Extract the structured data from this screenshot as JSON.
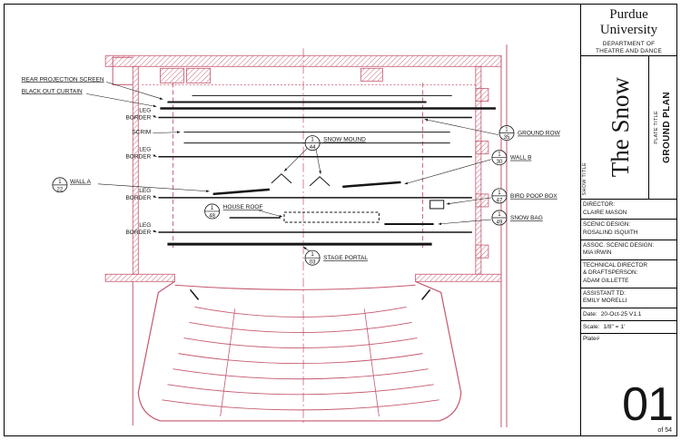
{
  "colors": {
    "paper": "#ffffff",
    "frame": "#000000",
    "ink": "#151515",
    "arch": "#c4596f"
  },
  "title_block": {
    "org": "Purdue University",
    "dept_line1": "DEPARTMENT OF",
    "dept_line2": "THEATRE AND DANCE",
    "show_title_label": "SHOW TITLE",
    "show_title": "The Snow",
    "plate_title_label": "PLATE TITLE",
    "plate_title": "GROUND PLAN",
    "credits": [
      {
        "line1": "DIRECTOR:",
        "line2": "CLAIRE MASON"
      },
      {
        "line1": "SCENIC DESIGN:",
        "line2": "ROSALIND ISQUITH"
      },
      {
        "line1": "ASSOC. SCENIC DESIGN:",
        "line2": "MIA IRWIN"
      },
      {
        "line1": "TECHNICAL DIRECTOR",
        "line2": "& DRAFTSPERSON:",
        "line3": "ADAM GILLETTE"
      },
      {
        "line1": "ASSISTANT TD:",
        "line2": "EMILY MORELLI"
      }
    ],
    "date_label": "Date:",
    "date_value": "20-Oct-25 V1.1",
    "scale_label": "Scale:",
    "scale_value": "1/8\" = 1'",
    "plate_label": "Plate#",
    "plate_number": "01",
    "plate_of": "of 54"
  },
  "drawing": {
    "labels": {
      "rear_projection_screen": "REAR PROJECTION SCREEN",
      "black_out_curtain": "BLACK OUT CURTAIN",
      "leg": "LEG",
      "border": "BORDER",
      "scrim": "SCRIM"
    },
    "callouts": [
      {
        "sheet": "1",
        "detail": "22",
        "label": "WALL A"
      },
      {
        "sheet": "1",
        "detail": "44",
        "label": "SNOW MOUND"
      },
      {
        "sheet": "1",
        "detail": "35",
        "label": "GROUND ROW"
      },
      {
        "sheet": "1",
        "detail": "30",
        "label": "WALL B"
      },
      {
        "sheet": "1",
        "detail": "47",
        "label": "BIRD POOP BOX"
      },
      {
        "sheet": "1",
        "detail": "48",
        "label": "HOUSE ROOF"
      },
      {
        "sheet": "1",
        "detail": "49",
        "label": "SNOW BAG"
      },
      {
        "sheet": "1",
        "detail": "03",
        "label": "STAGE PORTAL"
      }
    ]
  }
}
